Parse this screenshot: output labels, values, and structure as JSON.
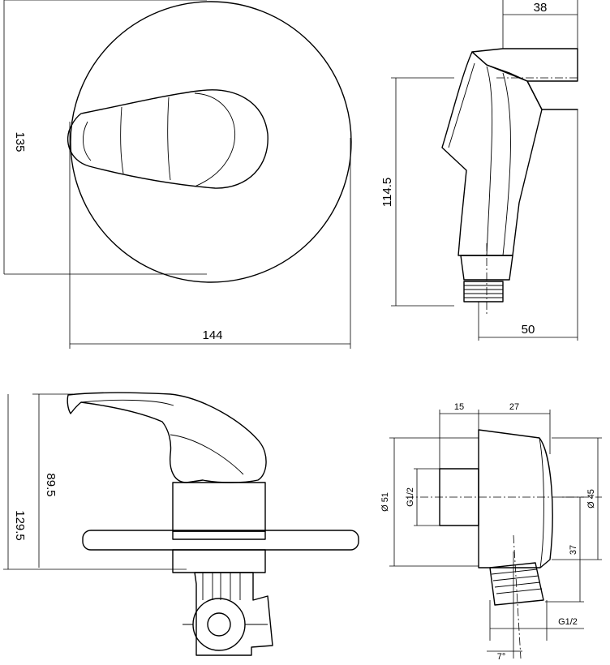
{
  "views": {
    "front_view": {
      "width_dim": "144",
      "height_dim": "135"
    },
    "hand_shower": {
      "top_dim": "38",
      "height_dim": "114.5",
      "bottom_dim": "50"
    },
    "side_view": {
      "upper_dim": "89.5",
      "total_dim": "129.5"
    },
    "wall_outlet": {
      "dim_depth_a": "15",
      "dim_depth_b": "27",
      "dia_outer": "Ø 51",
      "dia_body": "Ø 45",
      "thread_top": "G1/2",
      "thread_bottom": "G1/2",
      "offset_dim": "37",
      "angle": "7°"
    }
  }
}
